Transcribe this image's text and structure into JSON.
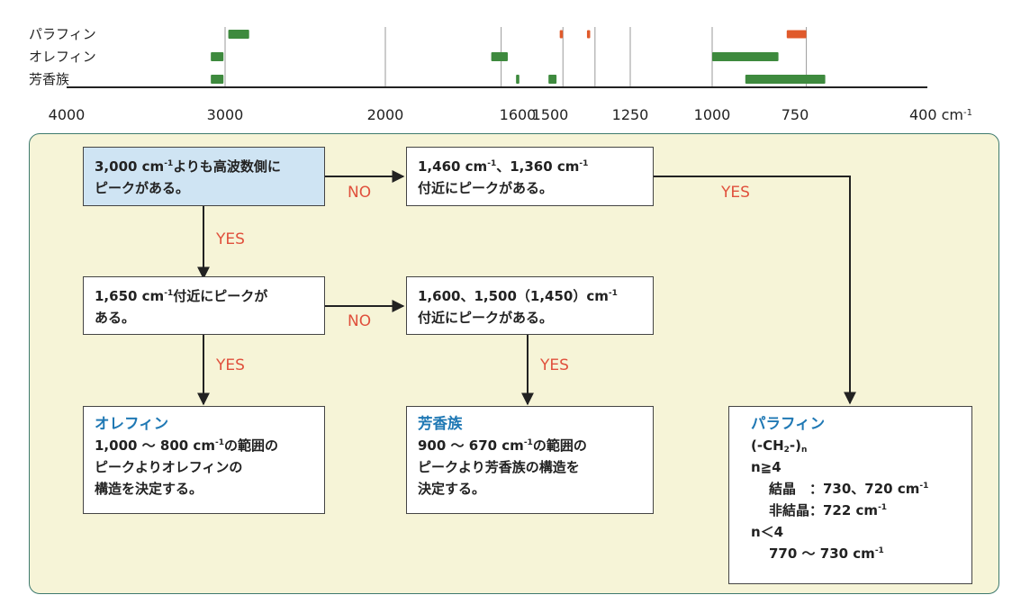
{
  "chart_data": {
    "type": "range",
    "categories": [
      "パラフィン",
      "オレフィン",
      "芳香族"
    ],
    "x_ticks": [
      {
        "value": 4000,
        "label": "4000"
      },
      {
        "value": 3000,
        "label": "3000"
      },
      {
        "value": 2000,
        "label": "2000"
      },
      {
        "value": 1600,
        "label": "1600"
      },
      {
        "value": 1500,
        "label": "1500"
      },
      {
        "value": 1250,
        "label": "1250"
      },
      {
        "value": 1000,
        "label": "1000"
      },
      {
        "value": 750,
        "label": "750"
      },
      {
        "value": 400,
        "label": "400"
      }
    ],
    "x_unit": "cm",
    "x_unit_exp": "-1",
    "x_range": [
      4000,
      400
    ],
    "reference_lines": [
      3000,
      2000,
      1650,
      1460,
      1360,
      1250,
      1000,
      720
    ],
    "bands": [
      {
        "category": "パラフィン",
        "from": 2980,
        "to": 2850,
        "color": "#3e8a3e"
      },
      {
        "category": "パラフィン",
        "from": 1470,
        "to": 1460,
        "color": "#e05a2b"
      },
      {
        "category": "パラフィン",
        "from": 1385,
        "to": 1375,
        "color": "#e05a2b"
      },
      {
        "category": "パラフィン",
        "from": 775,
        "to": 720,
        "color": "#e05a2b"
      },
      {
        "category": "オレフィン",
        "from": 3090,
        "to": 3010,
        "color": "#3e8a3e"
      },
      {
        "category": "オレフィン",
        "from": 1680,
        "to": 1630,
        "color": "#3e8a3e"
      },
      {
        "category": "オレフィン",
        "from": 1000,
        "to": 800,
        "color": "#3e8a3e"
      },
      {
        "category": "芳香族",
        "from": 3090,
        "to": 3010,
        "color": "#3e8a3e"
      },
      {
        "category": "芳香族",
        "from": 1605,
        "to": 1595,
        "color": "#3e8a3e"
      },
      {
        "category": "芳香族",
        "from": 1505,
        "to": 1480,
        "color": "#3e8a3e"
      },
      {
        "category": "芳香族",
        "from": 900,
        "to": 670,
        "color": "#3e8a3e"
      }
    ]
  },
  "flow": {
    "box_high": {
      "text1": "3,000 cm",
      "sup": "-1",
      "text2": "よりも高波数側に",
      "line2": "ピークがある。"
    },
    "box_1460": {
      "text1": "1,460 cm",
      "sup1": "-1",
      "text2": "、1,360 cm",
      "sup2": "-1",
      "line2": "付近にピークがある。"
    },
    "box_1650": {
      "text1": "1,650 cm",
      "sup": "-1",
      "text2": "付近にピークが",
      "line2": "ある。"
    },
    "box_1600": {
      "text1": "1,600、1,500（1,450）cm",
      "sup": "-1",
      "line2": "付近にピークがある。"
    },
    "box_olefin": {
      "title": "オレフィン",
      "text1": "1,000 ～ 800 cm",
      "sup": "-1",
      "text2": "の範囲の",
      "line3": "ピークよりオレフィンの",
      "line4": "構造を決定する。"
    },
    "box_aromatic": {
      "title": "芳香族",
      "text1": "900 ～ 670 cm",
      "sup": "-1",
      "text2": "の範囲の",
      "line3": "ピークより芳香族の構造を",
      "line4": "決定する。"
    },
    "box_paraffin": {
      "title": "パラフィン",
      "formula_a": "(-CH",
      "formula_sub": "2",
      "formula_b": "-)",
      "formula_n": "n",
      "cond1": "n≧4",
      "cryst_label": "結晶　：730、720 cm",
      "cryst_sup": "-1",
      "amorph_label": "非結晶：722 cm",
      "amorph_sup": "-1",
      "cond2": "n＜4",
      "range_text": "770 ～ 730 cm",
      "range_sup": "-1"
    },
    "labels": {
      "no1": "NO",
      "yes1": "YES",
      "yes_paraffin": "YES",
      "no2": "NO",
      "yes2": "YES",
      "yes3": "YES"
    }
  }
}
